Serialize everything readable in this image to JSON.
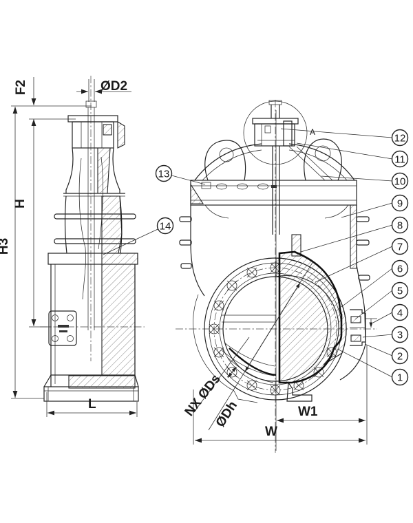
{
  "drawing": {
    "description": "Gate valve engineering drawing, side section view and front half-section view",
    "detail_label": "A"
  },
  "dimensions": {
    "f2": "F2",
    "d2": "ØD2",
    "h": "H",
    "h3": "H3",
    "l": "L",
    "w": "W",
    "w1": "W1",
    "bolt_holes": "NX ØDs",
    "bore": "ØDh"
  },
  "callouts": {
    "c1": "1",
    "c2": "2",
    "c3": "3",
    "c4": "4",
    "c5": "5",
    "c6": "6",
    "c7": "7",
    "c8": "8",
    "c9": "9",
    "c10": "10",
    "c11": "11",
    "c12": "12",
    "c13": "13",
    "c14": "14"
  }
}
